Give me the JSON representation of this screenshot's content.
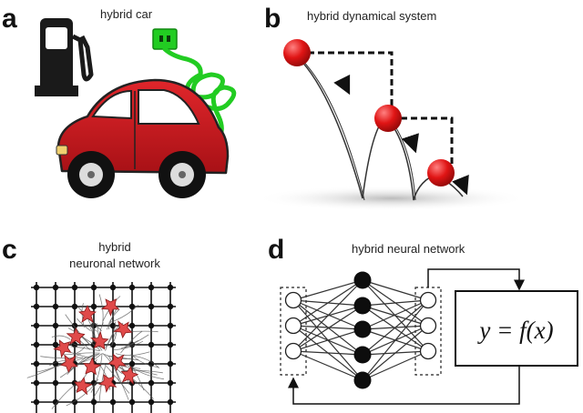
{
  "panels": {
    "a": {
      "letter": "a",
      "caption": "hybrid car"
    },
    "b": {
      "letter": "b",
      "caption": "hybrid dynamical system"
    },
    "c": {
      "letter": "c",
      "caption_line1": "hybrid",
      "caption_line2": "neuronal network"
    },
    "d": {
      "letter": "d",
      "caption": "hybrid neural network",
      "formula": "y = f(x)"
    }
  },
  "colors": {
    "car_body": "#c8181e",
    "plug": "#22cc22",
    "ball": "#e01515",
    "neuron": "#e04a4a",
    "ink": "#111111"
  }
}
